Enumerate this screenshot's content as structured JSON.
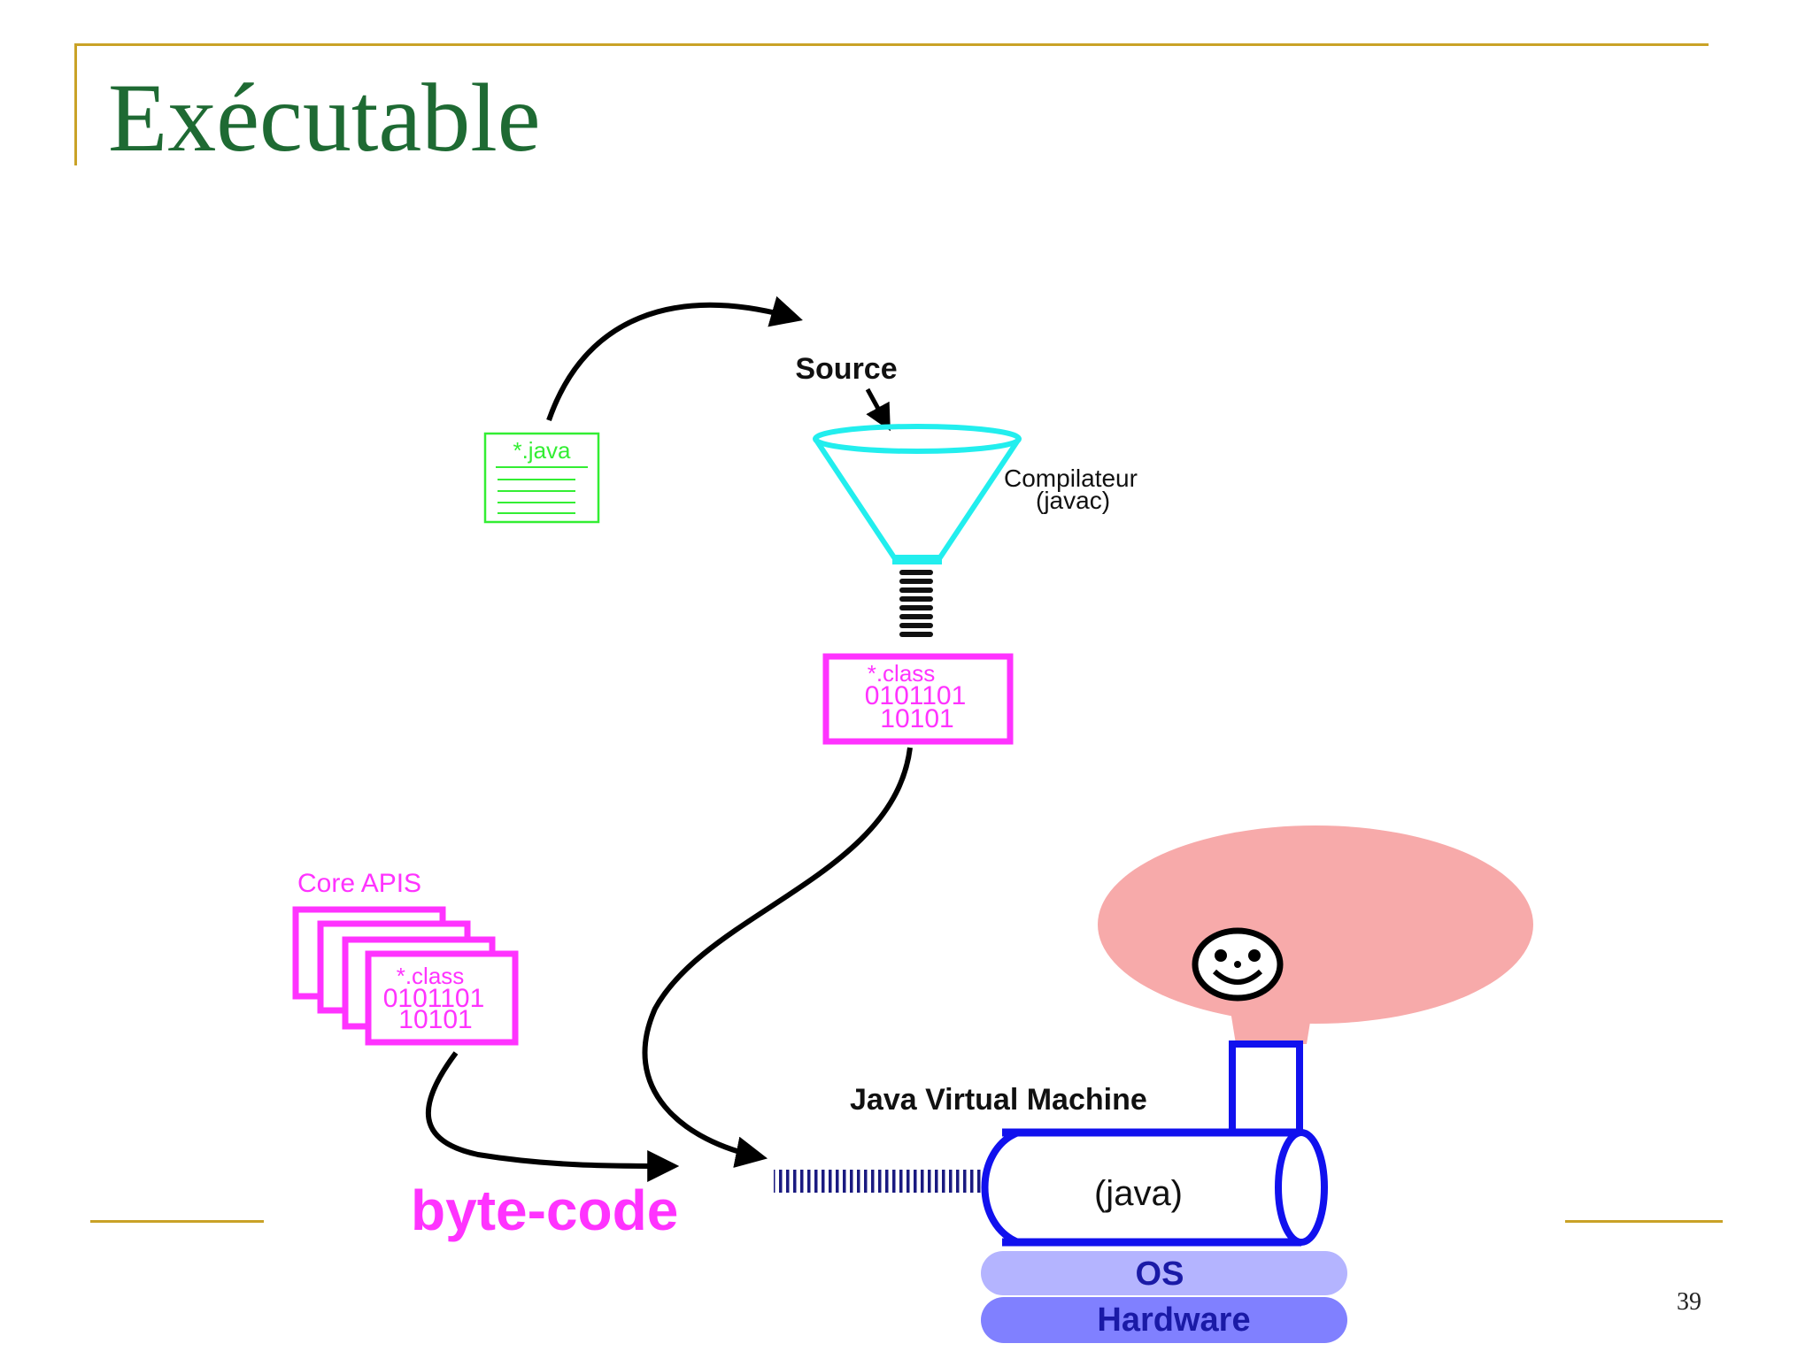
{
  "slide": {
    "title": "Exécutable",
    "page_number": "39"
  },
  "diagram": {
    "source_file_label": "*.java",
    "source_label": "Source",
    "compiler_label_line1": "Compilateur",
    "compiler_label_line2": "(javac)",
    "class_file": {
      "label": "*.class",
      "bits_line1": "0101101",
      "bits_line2": "10101"
    },
    "core_apis_label": "Core APIS",
    "core_class": {
      "label": "*.class",
      "bits_line1": "0101101",
      "bits_line2": "10101"
    },
    "bytecode_label": "byte-code",
    "jvm_label": "Java Virtual Machine",
    "java_cmd_label": "(java)",
    "os_label": "OS",
    "hardware_label": "Hardware"
  },
  "colors": {
    "title_green": "#1e6a33",
    "frame_gold": "#c9a227",
    "magenta": "#ff33ff",
    "cyan_funnel": "#22eeee",
    "green_file": "#33ee33",
    "jvm_blue": "#1111ee",
    "os_lavender": "#b4b4ff",
    "hardware_purple": "#8080ff",
    "bubble_pink": "#f7aaaa"
  }
}
